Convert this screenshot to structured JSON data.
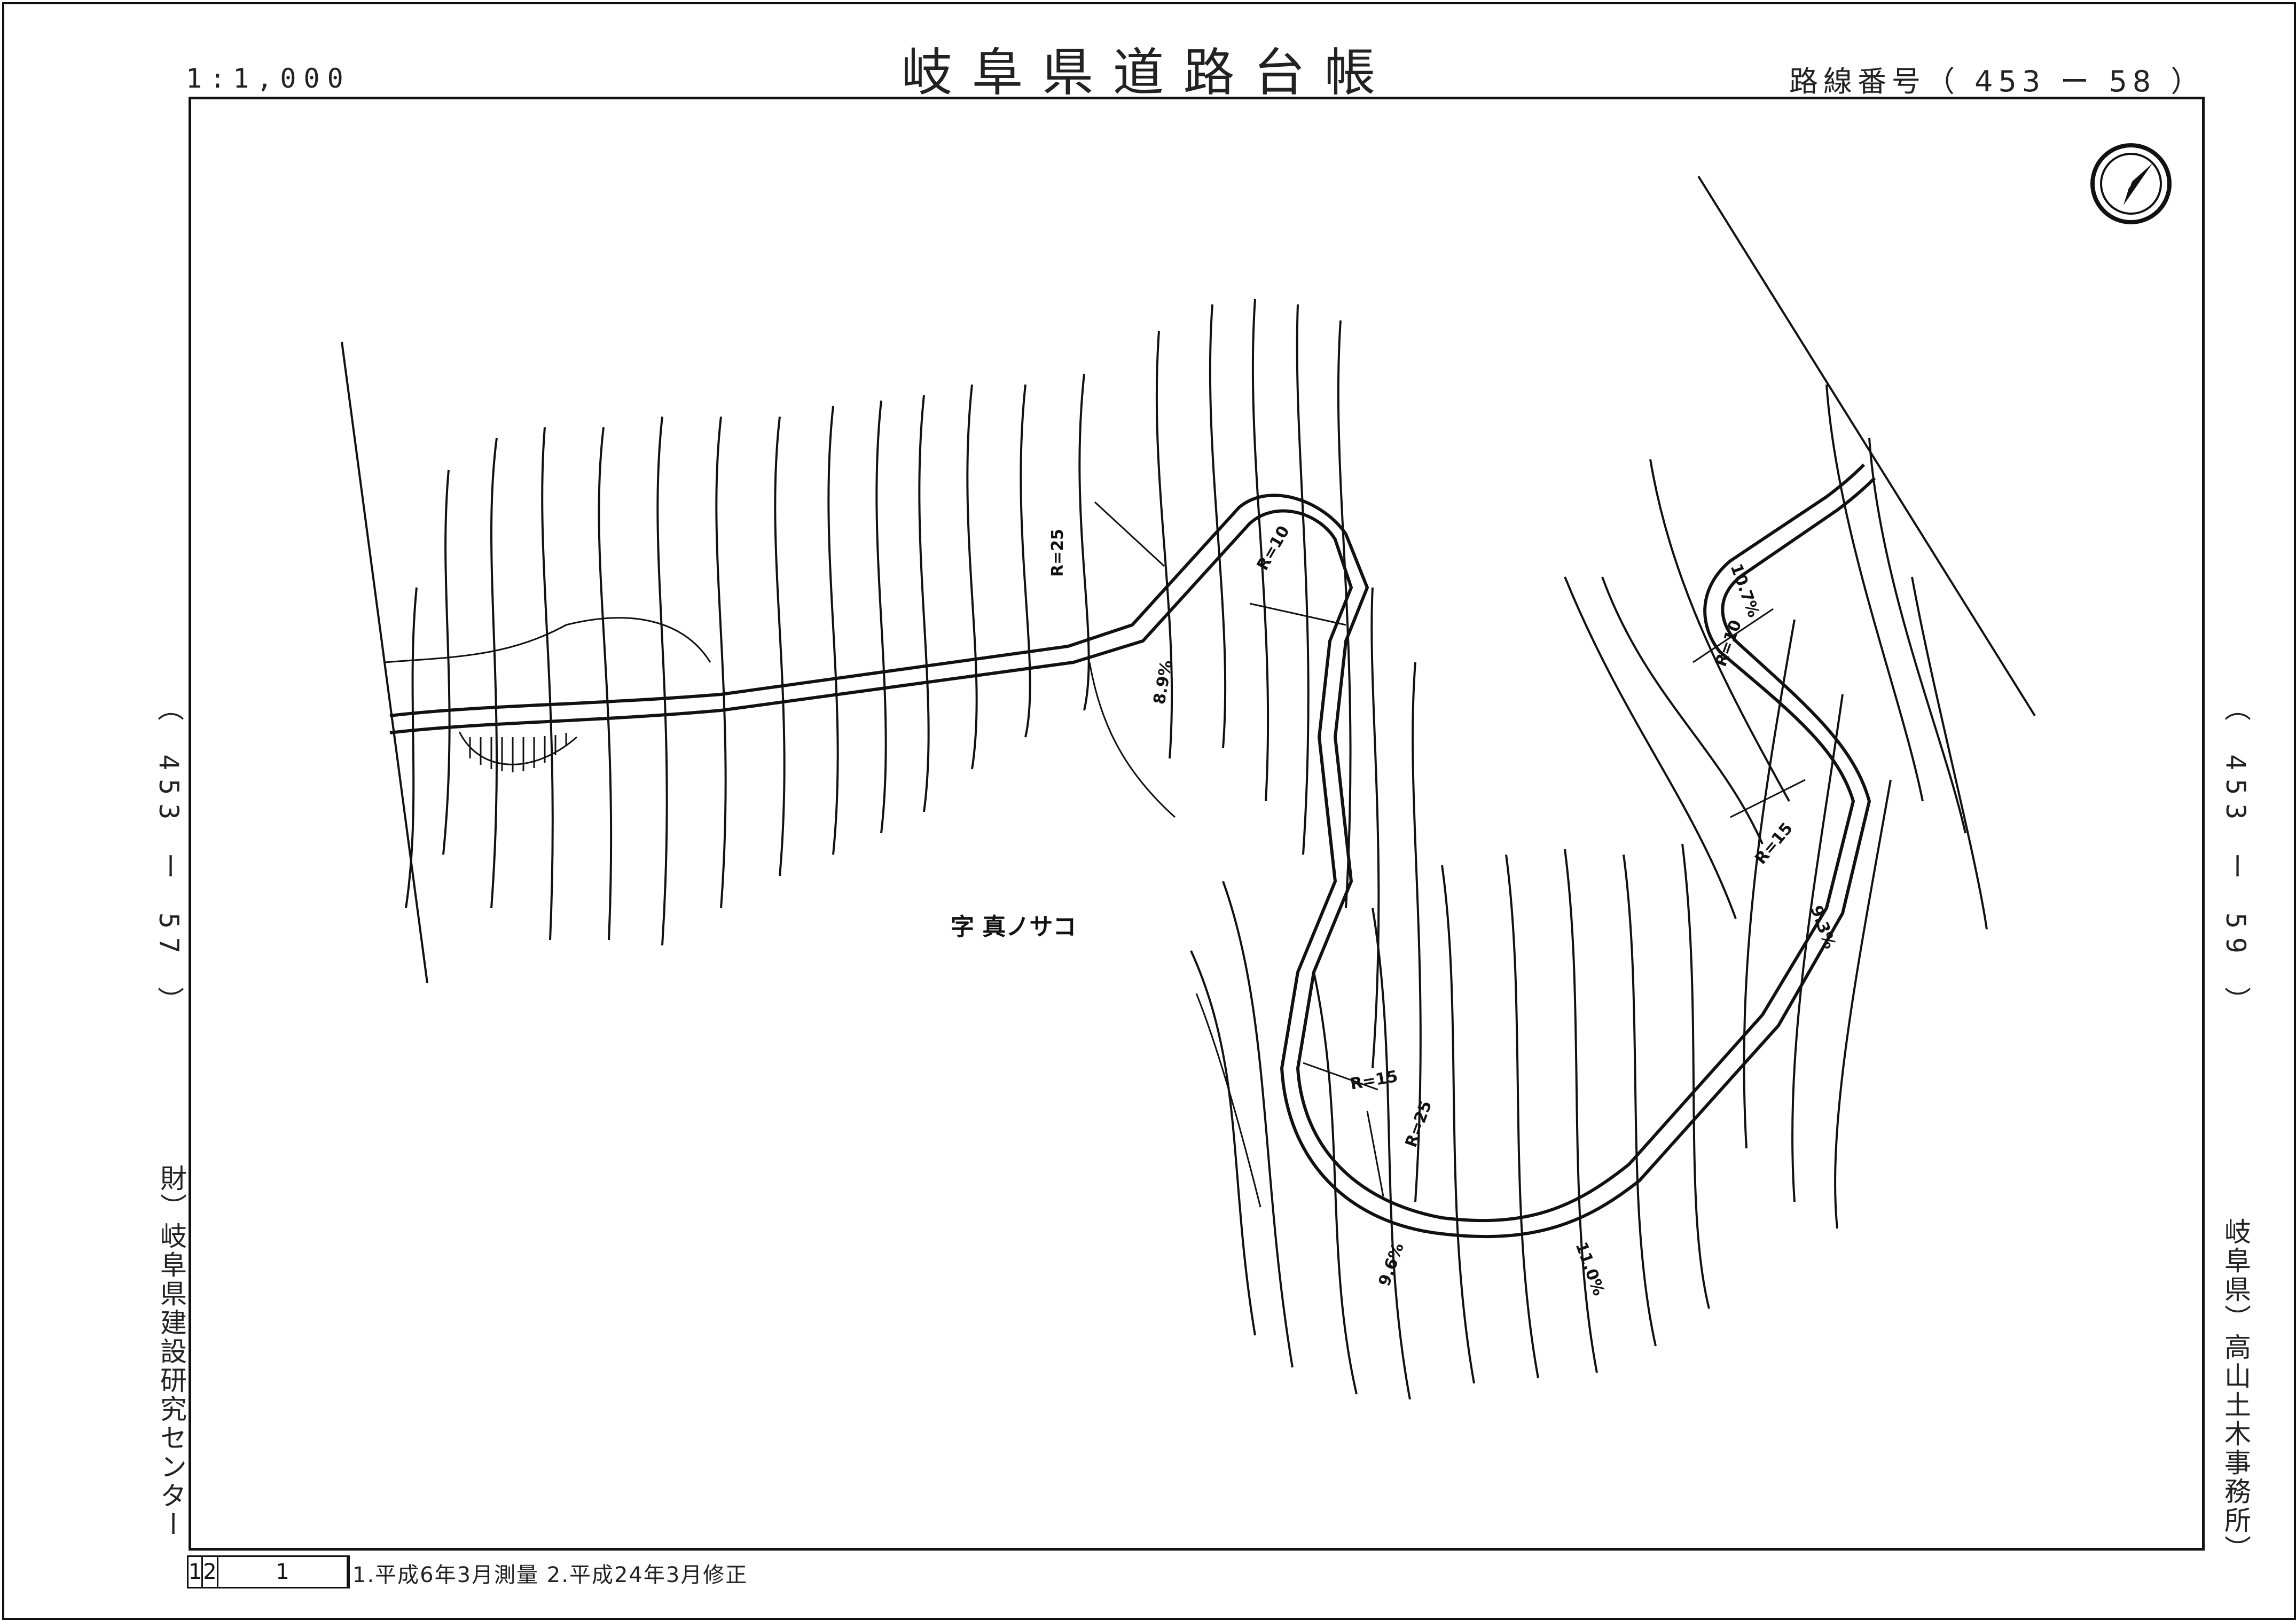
{
  "header": {
    "scale": "1:1,000",
    "title": "岐阜県道路台帳",
    "route_number": "路線番号（ 453 ー 58 ）"
  },
  "side": {
    "left_adjacent": "（ 453 ー 57 ）",
    "right_adjacent": "（ 453 ー 59 ）",
    "left_org": "財）岐阜県建設研究センター",
    "right_office": "岐阜県）高山土木事務所）"
  },
  "footer": {
    "sheet_of": "1",
    "sheet_total": "2",
    "sheet_no": "1",
    "notes": "1.平成6年3月測量 2.平成24年3月修正"
  },
  "map": {
    "place_name": "字 真ノサコ",
    "curve_labels": [
      "R=25",
      "R=10",
      "R=15",
      "R=25",
      "R=10",
      "R=15"
    ],
    "grade_labels": [
      "8.9%",
      "10.7%",
      "9.3%",
      "11.0%",
      "9.6%"
    ],
    "north_arrow": "north-arrow-icon",
    "colors": {
      "line": "#111111",
      "background": "#ffffff"
    }
  }
}
